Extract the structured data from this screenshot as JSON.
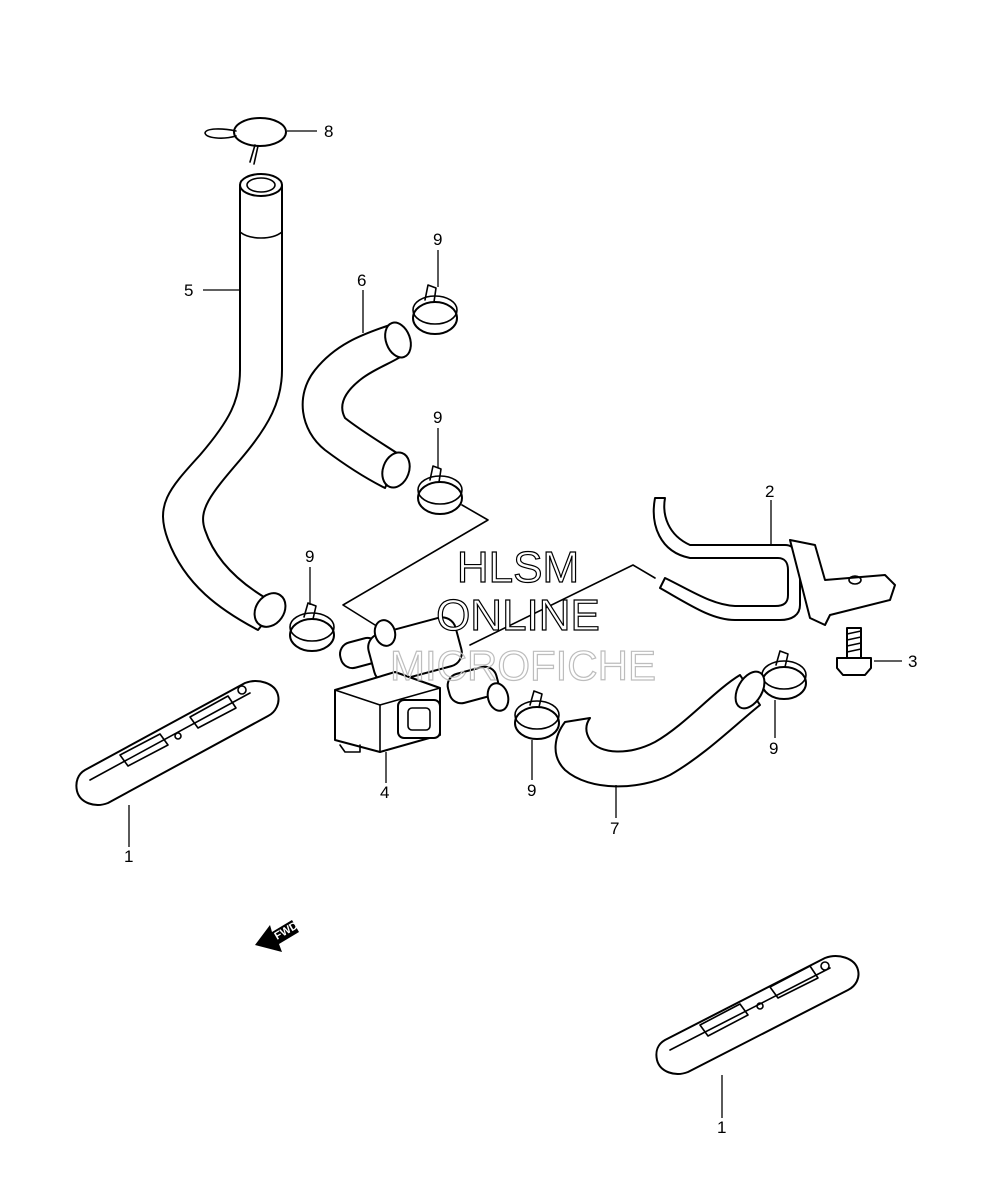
{
  "watermark": {
    "line1": "HLSM",
    "line2": "ONLINE",
    "line3": "MICROFICHE"
  },
  "callouts": {
    "c1_left": "1",
    "c1_right": "1",
    "c2": "2",
    "c3": "3",
    "c4": "4",
    "c5": "5",
    "c6": "6",
    "c7": "7",
    "c8": "8",
    "c9_a": "9",
    "c9_b": "9",
    "c9_c": "9",
    "c9_d": "9",
    "c9_e": "9"
  },
  "fwd_arrow": {
    "label": "FWD"
  },
  "colors": {
    "line": "#000000",
    "background": "#ffffff"
  }
}
